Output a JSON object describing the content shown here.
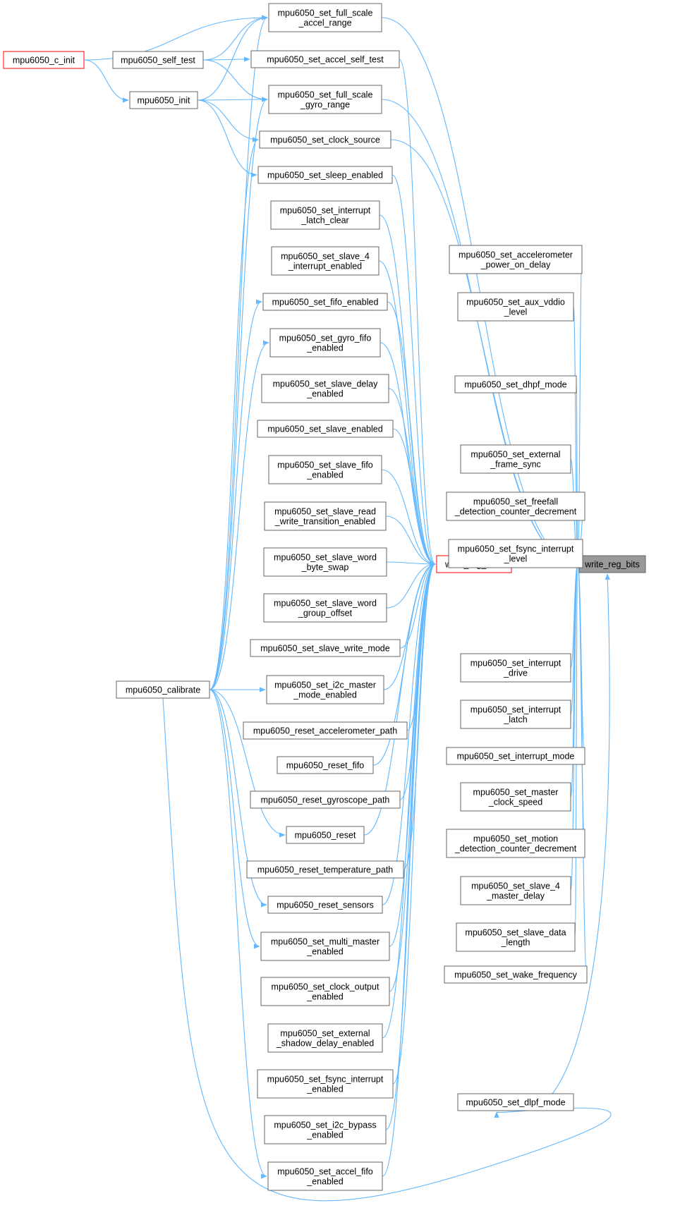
{
  "diagram": {
    "target": "write_reg_bits",
    "nodes": [
      {
        "id": "write_reg_bits",
        "lines": [
          "write_reg_bits"
        ],
        "style": "gray"
      },
      {
        "id": "write_reg_bool",
        "lines": [
          "write_reg_bool"
        ],
        "style": "red"
      },
      {
        "id": "mpu6050_c_init",
        "lines": [
          "mpu6050_c_init"
        ],
        "style": "red"
      },
      {
        "id": "mpu6050_self_test",
        "lines": [
          "mpu6050_self_test"
        ],
        "style": "normal"
      },
      {
        "id": "mpu6050_init",
        "lines": [
          "mpu6050_init"
        ],
        "style": "normal"
      },
      {
        "id": "mpu6050_calibrate",
        "lines": [
          "mpu6050_calibrate"
        ],
        "style": "normal"
      },
      {
        "id": "set_full_scale_accel_range",
        "lines": [
          "mpu6050_set_full_scale",
          "_accel_range"
        ],
        "style": "normal"
      },
      {
        "id": "set_accel_self_test",
        "lines": [
          "mpu6050_set_accel_self_test"
        ],
        "style": "normal"
      },
      {
        "id": "set_full_scale_gyro_range",
        "lines": [
          "mpu6050_set_full_scale",
          "_gyro_range"
        ],
        "style": "normal"
      },
      {
        "id": "set_clock_source",
        "lines": [
          "mpu6050_set_clock_source"
        ],
        "style": "normal"
      },
      {
        "id": "set_sleep_enabled",
        "lines": [
          "mpu6050_set_sleep_enabled"
        ],
        "style": "normal"
      },
      {
        "id": "set_interrupt_latch_clear",
        "lines": [
          "mpu6050_set_interrupt",
          "_latch_clear"
        ],
        "style": "normal"
      },
      {
        "id": "set_slave_4_interrupt_enabled",
        "lines": [
          "mpu6050_set_slave_4",
          "_interrupt_enabled"
        ],
        "style": "normal"
      },
      {
        "id": "set_fifo_enabled",
        "lines": [
          "mpu6050_set_fifo_enabled"
        ],
        "style": "normal"
      },
      {
        "id": "set_gyro_fifo_enabled",
        "lines": [
          "mpu6050_set_gyro_fifo",
          "_enabled"
        ],
        "style": "normal"
      },
      {
        "id": "set_slave_delay_enabled",
        "lines": [
          "mpu6050_set_slave_delay",
          "_enabled"
        ],
        "style": "normal"
      },
      {
        "id": "set_slave_enabled",
        "lines": [
          "mpu6050_set_slave_enabled"
        ],
        "style": "normal"
      },
      {
        "id": "set_slave_fifo_enabled",
        "lines": [
          "mpu6050_set_slave_fifo",
          "_enabled"
        ],
        "style": "normal"
      },
      {
        "id": "set_slave_read_write_transition_enabled",
        "lines": [
          "mpu6050_set_slave_read",
          "_write_transition_enabled"
        ],
        "style": "normal"
      },
      {
        "id": "set_slave_word_byte_swap",
        "lines": [
          "mpu6050_set_slave_word",
          "_byte_swap"
        ],
        "style": "normal"
      },
      {
        "id": "set_slave_word_group_offset",
        "lines": [
          "mpu6050_set_slave_word",
          "_group_offset"
        ],
        "style": "normal"
      },
      {
        "id": "set_slave_write_mode",
        "lines": [
          "mpu6050_set_slave_write_mode"
        ],
        "style": "normal"
      },
      {
        "id": "set_i2c_master_mode_enabled",
        "lines": [
          "mpu6050_set_i2c_master",
          "_mode_enabled"
        ],
        "style": "normal"
      },
      {
        "id": "reset_accelerometer_path",
        "lines": [
          "mpu6050_reset_accelerometer_path"
        ],
        "style": "normal"
      },
      {
        "id": "reset_fifo",
        "lines": [
          "mpu6050_reset_fifo"
        ],
        "style": "normal"
      },
      {
        "id": "reset_gyroscope_path",
        "lines": [
          "mpu6050_reset_gyroscope_path"
        ],
        "style": "normal"
      },
      {
        "id": "reset",
        "lines": [
          "mpu6050_reset"
        ],
        "style": "normal"
      },
      {
        "id": "reset_temperature_path",
        "lines": [
          "mpu6050_reset_temperature_path"
        ],
        "style": "normal"
      },
      {
        "id": "reset_sensors",
        "lines": [
          "mpu6050_reset_sensors"
        ],
        "style": "normal"
      },
      {
        "id": "set_multi_master_enabled",
        "lines": [
          "mpu6050_set_multi_master",
          "_enabled"
        ],
        "style": "normal"
      },
      {
        "id": "set_clock_output_enabled",
        "lines": [
          "mpu6050_set_clock_output",
          "_enabled"
        ],
        "style": "normal"
      },
      {
        "id": "set_external_shadow_delay_enabled",
        "lines": [
          "mpu6050_set_external",
          "_shadow_delay_enabled"
        ],
        "style": "normal"
      },
      {
        "id": "set_fsync_interrupt_enabled",
        "lines": [
          "mpu6050_set_fsync_interrupt",
          "_enabled"
        ],
        "style": "normal"
      },
      {
        "id": "set_i2c_bypass_enabled",
        "lines": [
          "mpu6050_set_i2c_bypass",
          "_enabled"
        ],
        "style": "normal"
      },
      {
        "id": "set_accel_fifo_enabled",
        "lines": [
          "mpu6050_set_accel_fifo",
          "_enabled"
        ],
        "style": "normal"
      },
      {
        "id": "set_accelerometer_power_on_delay",
        "lines": [
          "mpu6050_set_accelerometer",
          "_power_on_delay"
        ],
        "style": "normal"
      },
      {
        "id": "set_aux_vddio_level",
        "lines": [
          "mpu6050_set_aux_vddio",
          "_level"
        ],
        "style": "normal"
      },
      {
        "id": "set_dhpf_mode",
        "lines": [
          "mpu6050_set_dhpf_mode"
        ],
        "style": "normal"
      },
      {
        "id": "set_external_frame_sync",
        "lines": [
          "mpu6050_set_external",
          "_frame_sync"
        ],
        "style": "normal"
      },
      {
        "id": "set_freefall_detection_counter_decrement",
        "lines": [
          "mpu6050_set_freefall",
          "_detection_counter_decrement"
        ],
        "style": "normal"
      },
      {
        "id": "set_fsync_interrupt_level",
        "lines": [
          "mpu6050_set_fsync_interrupt",
          "_level"
        ],
        "style": "normal"
      },
      {
        "id": "set_interrupt_drive",
        "lines": [
          "mpu6050_set_interrupt",
          "_drive"
        ],
        "style": "normal"
      },
      {
        "id": "set_interrupt_latch",
        "lines": [
          "mpu6050_set_interrupt",
          "_latch"
        ],
        "style": "normal"
      },
      {
        "id": "set_interrupt_mode",
        "lines": [
          "mpu6050_set_interrupt_mode"
        ],
        "style": "normal"
      },
      {
        "id": "set_master_clock_speed",
        "lines": [
          "mpu6050_set_master",
          "_clock_speed"
        ],
        "style": "normal"
      },
      {
        "id": "set_motion_detection_counter_decrement",
        "lines": [
          "mpu6050_set_motion",
          "_detection_counter_decrement"
        ],
        "style": "normal"
      },
      {
        "id": "set_slave_4_master_delay",
        "lines": [
          "mpu6050_set_slave_4",
          "_master_delay"
        ],
        "style": "normal"
      },
      {
        "id": "set_slave_data_length",
        "lines": [
          "mpu6050_set_slave_data",
          "_length"
        ],
        "style": "normal"
      },
      {
        "id": "set_wake_frequency",
        "lines": [
          "mpu6050_set_wake_frequency"
        ],
        "style": "normal"
      },
      {
        "id": "set_dlpf_mode",
        "lines": [
          "mpu6050_set_dlpf_mode"
        ],
        "style": "normal"
      }
    ],
    "edges": [
      [
        "mpu6050_c_init",
        "set_full_scale_accel_range"
      ],
      [
        "mpu6050_c_init",
        "mpu6050_init"
      ],
      [
        "mpu6050_self_test",
        "set_full_scale_accel_range"
      ],
      [
        "mpu6050_self_test",
        "set_accel_self_test"
      ],
      [
        "mpu6050_self_test",
        "set_full_scale_gyro_range"
      ],
      [
        "mpu6050_init",
        "set_full_scale_accel_range"
      ],
      [
        "mpu6050_init",
        "set_full_scale_gyro_range"
      ],
      [
        "mpu6050_init",
        "set_clock_source"
      ],
      [
        "mpu6050_init",
        "set_sleep_enabled"
      ],
      [
        "mpu6050_calibrate",
        "set_full_scale_accel_range"
      ],
      [
        "mpu6050_calibrate",
        "set_full_scale_gyro_range"
      ],
      [
        "mpu6050_calibrate",
        "set_clock_source"
      ],
      [
        "mpu6050_calibrate",
        "set_fifo_enabled"
      ],
      [
        "mpu6050_calibrate",
        "set_gyro_fifo_enabled"
      ],
      [
        "mpu6050_calibrate",
        "set_i2c_master_mode_enabled"
      ],
      [
        "mpu6050_calibrate",
        "reset"
      ],
      [
        "mpu6050_calibrate",
        "reset_sensors"
      ],
      [
        "mpu6050_calibrate",
        "set_multi_master_enabled"
      ],
      [
        "mpu6050_calibrate",
        "set_accel_fifo_enabled"
      ],
      [
        "mpu6050_calibrate",
        "set_dlpf_mode"
      ],
      [
        "set_full_scale_accel_range",
        "write_reg_bits"
      ],
      [
        "set_accel_self_test",
        "write_reg_bool"
      ],
      [
        "set_full_scale_gyro_range",
        "write_reg_bits"
      ],
      [
        "set_clock_source",
        "write_reg_bits"
      ],
      [
        "set_sleep_enabled",
        "write_reg_bool"
      ],
      [
        "set_interrupt_latch_clear",
        "write_reg_bool"
      ],
      [
        "set_slave_4_interrupt_enabled",
        "write_reg_bool"
      ],
      [
        "set_fifo_enabled",
        "write_reg_bool"
      ],
      [
        "set_gyro_fifo_enabled",
        "write_reg_bool"
      ],
      [
        "set_slave_delay_enabled",
        "write_reg_bool"
      ],
      [
        "set_slave_enabled",
        "write_reg_bool"
      ],
      [
        "set_slave_fifo_enabled",
        "write_reg_bool"
      ],
      [
        "set_slave_read_write_transition_enabled",
        "write_reg_bool"
      ],
      [
        "set_slave_word_byte_swap",
        "write_reg_bool"
      ],
      [
        "set_slave_word_group_offset",
        "write_reg_bool"
      ],
      [
        "set_slave_write_mode",
        "write_reg_bool"
      ],
      [
        "set_i2c_master_mode_enabled",
        "write_reg_bool"
      ],
      [
        "reset_accelerometer_path",
        "write_reg_bool"
      ],
      [
        "reset_fifo",
        "write_reg_bool"
      ],
      [
        "reset_gyroscope_path",
        "write_reg_bool"
      ],
      [
        "reset",
        "write_reg_bool"
      ],
      [
        "reset_temperature_path",
        "write_reg_bool"
      ],
      [
        "reset_sensors",
        "write_reg_bool"
      ],
      [
        "set_multi_master_enabled",
        "write_reg_bool"
      ],
      [
        "set_clock_output_enabled",
        "write_reg_bool"
      ],
      [
        "set_external_shadow_delay_enabled",
        "write_reg_bool"
      ],
      [
        "set_fsync_interrupt_enabled",
        "write_reg_bool"
      ],
      [
        "set_i2c_bypass_enabled",
        "write_reg_bool"
      ],
      [
        "set_accel_fifo_enabled",
        "write_reg_bool"
      ],
      [
        "write_reg_bool",
        "write_reg_bits"
      ],
      [
        "set_accelerometer_power_on_delay",
        "write_reg_bits"
      ],
      [
        "set_aux_vddio_level",
        "write_reg_bits"
      ],
      [
        "set_dhpf_mode",
        "write_reg_bits"
      ],
      [
        "set_external_frame_sync",
        "write_reg_bits"
      ],
      [
        "set_freefall_detection_counter_decrement",
        "write_reg_bits"
      ],
      [
        "set_fsync_interrupt_level",
        "write_reg_bits"
      ],
      [
        "set_interrupt_drive",
        "write_reg_bits"
      ],
      [
        "set_interrupt_latch",
        "write_reg_bits"
      ],
      [
        "set_interrupt_mode",
        "write_reg_bits"
      ],
      [
        "set_master_clock_speed",
        "write_reg_bits"
      ],
      [
        "set_motion_detection_counter_decrement",
        "write_reg_bits"
      ],
      [
        "set_slave_4_master_delay",
        "write_reg_bits"
      ],
      [
        "set_slave_data_length",
        "write_reg_bits"
      ],
      [
        "set_wake_frequency",
        "write_reg_bits"
      ],
      [
        "set_dlpf_mode",
        "write_reg_bits"
      ]
    ],
    "colors": {
      "edge": "#63b8ff",
      "node_border": "#666666",
      "highlight_border": "#ff0000",
      "target_fill": "#999999"
    }
  }
}
